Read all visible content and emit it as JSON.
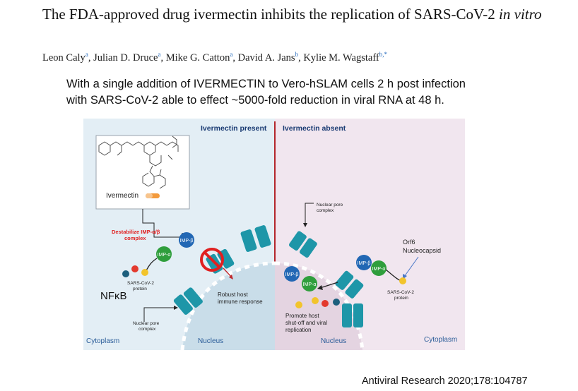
{
  "paper": {
    "title": "The FDA-approved drug ivermectin inhibits the replication of SARS-CoV-2",
    "title_italic": "in vitro",
    "authors": [
      {
        "name": "Leon Caly",
        "sup": "a"
      },
      {
        "name": "Julian D. Druce",
        "sup": "a"
      },
      {
        "name": "Mike G. Catton",
        "sup": "a"
      },
      {
        "name": "David A. Jans",
        "sup": "b"
      },
      {
        "name": "Kylie M. Wagstaff",
        "sup": "b,*"
      }
    ],
    "summary_line1": "With a single addition of IVERMECTIN to Vero-hSLAM cells 2 h post infection",
    "summary_line2": "with SARS-CoV-2 able to effect ~5000-fold reduction in viral RNA at 48 h.",
    "citation": "Antiviral Research 2020;178:104787"
  },
  "figure": {
    "header_present": "Ivermectin  present",
    "header_absent": "Ivermectin  absent",
    "drug_label": "Ivermectin",
    "destabilize_line1": "Destabilize IMP-α/β",
    "destabilize_line2": "complex",
    "imp_b": "IMP-β",
    "imp_a": "IMP-α",
    "sars_protein_line1": "SARS-CoV-2",
    "sars_protein_line2": "protein",
    "nfkb": "NFκB",
    "npc_line1": "Nuclear pore",
    "npc_line2": "complex",
    "robust_line1": "Robust host",
    "robust_line2": "immune response",
    "cytoplasm": "Cytoplasm",
    "nucleus": "Nucleus",
    "orf6_line1": "Orf6",
    "orf6_line2": "Nucleocapsid",
    "promote_line1": "Promote host",
    "promote_line2": "shut-off and viral",
    "promote_line3": "replication",
    "colors": {
      "left_bg": "#e3eef5",
      "right_bg": "#f1e6ef",
      "divider": "#b3262c",
      "imp_beta": "#2267b4",
      "imp_alpha": "#2f9e3c",
      "pore": "#1e96a8",
      "destabilize": "#e02020"
    }
  }
}
